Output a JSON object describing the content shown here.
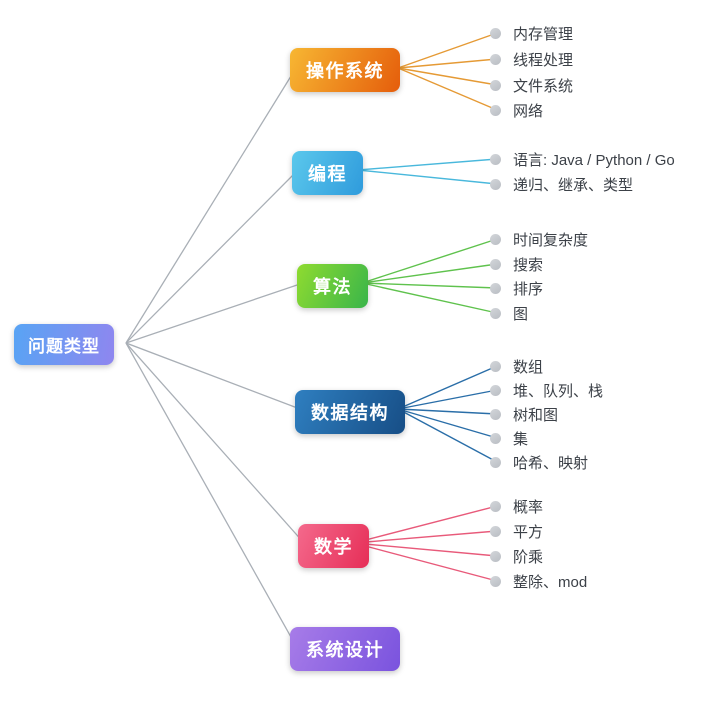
{
  "mindmap": {
    "root": {
      "label": "问题类型",
      "color_start": "#58A4F4",
      "color_end": "#8F86EF",
      "connector_color": "#A9AFB6"
    },
    "branches": [
      {
        "label": "操作系统",
        "color_start": "#F7B733",
        "color_end": "#E55D0B",
        "line_color": "#E59A35",
        "children": [
          "内存管理",
          "线程处理",
          "文件系统",
          "网络"
        ]
      },
      {
        "label": "编程",
        "color_start": "#5BC8EC",
        "color_end": "#2F9BDC",
        "line_color": "#49B8DC",
        "children": [
          "语言: Java / Python / Go",
          "递归、继承、类型"
        ]
      },
      {
        "label": "算法",
        "color_start": "#8FDB30",
        "color_end": "#39B54A",
        "line_color": "#5FC24D",
        "children": [
          "时间复杂度",
          "搜索",
          "排序",
          "图"
        ]
      },
      {
        "label": "数据结构",
        "color_start": "#2F7FC0",
        "color_end": "#174E86",
        "line_color": "#2A6EA8",
        "children": [
          "数组",
          "堆、队列、栈",
          "树和图",
          "集",
          "哈希、映射"
        ]
      },
      {
        "label": "数学",
        "color_start": "#F4698C",
        "color_end": "#E62E57",
        "line_color": "#E85A7A",
        "children": [
          "概率",
          "平方",
          "阶乘",
          "整除、mod"
        ]
      },
      {
        "label": "系统设计",
        "color_start": "#A77CE8",
        "color_end": "#7A53DE",
        "line_color": "#9B7BE0",
        "children": []
      }
    ]
  }
}
